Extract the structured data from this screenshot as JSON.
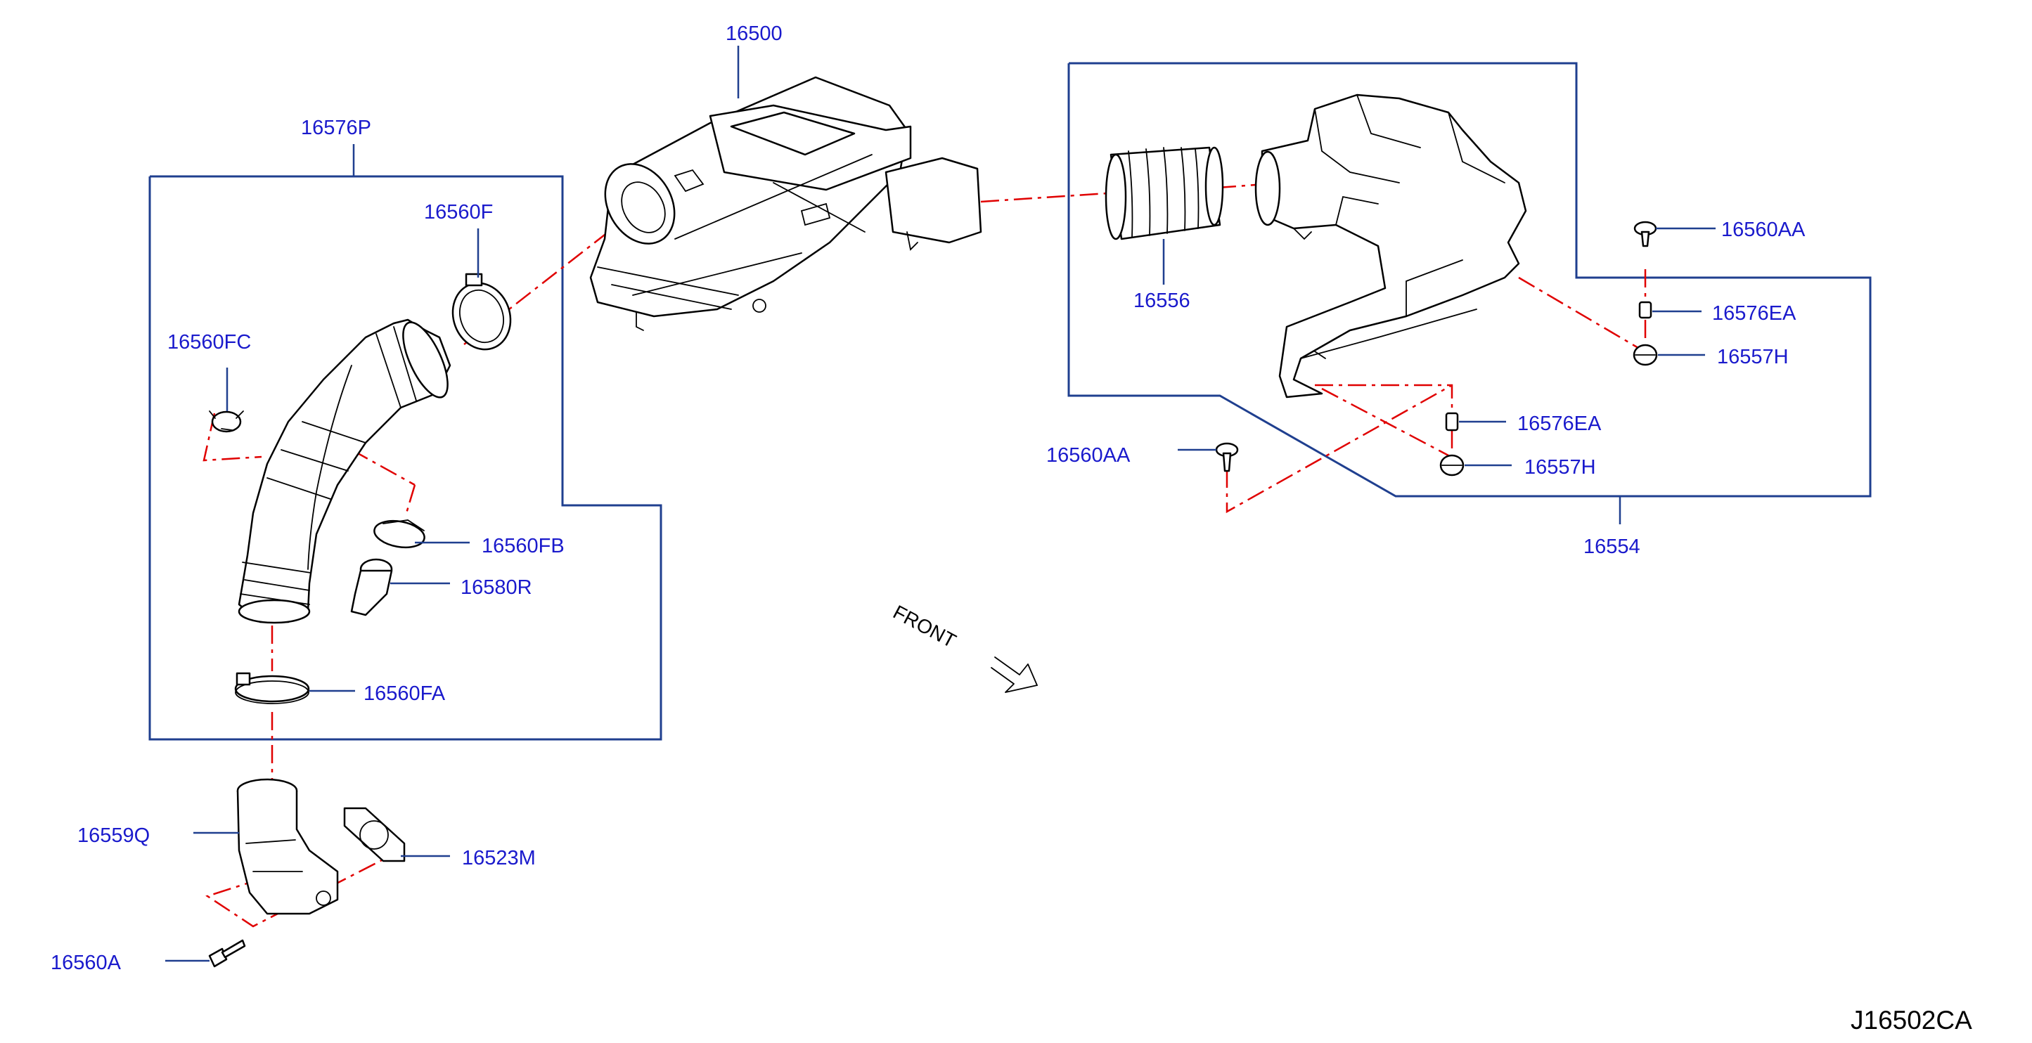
{
  "diagram_code": "J16502CA",
  "front_label": "FRONT",
  "callouts": {
    "air_cleaner": "16500",
    "duct_assy_left": "16576P",
    "clamp_f": "16560F",
    "clamp_fc": "16560FC",
    "clamp_fb": "16560FB",
    "resonator": "16580R",
    "clamp_fa": "16560FA",
    "inlet_duct": "16559Q",
    "gasket": "16523M",
    "bolt_a": "16560A",
    "hose": "16556",
    "duct_assy_right": "16554",
    "screw_aa_top": "16560AA",
    "screw_aa_mid": "16560AA",
    "collar_top": "16576EA",
    "collar_mid": "16576EA",
    "grommet_top": "16557H",
    "grommet_mid": "16557H"
  },
  "colors": {
    "callout_text": "#1a1acc",
    "frame_lines": "#1f3f8f",
    "assembly_lines": "#e00000",
    "part_outline": "#000000"
  }
}
